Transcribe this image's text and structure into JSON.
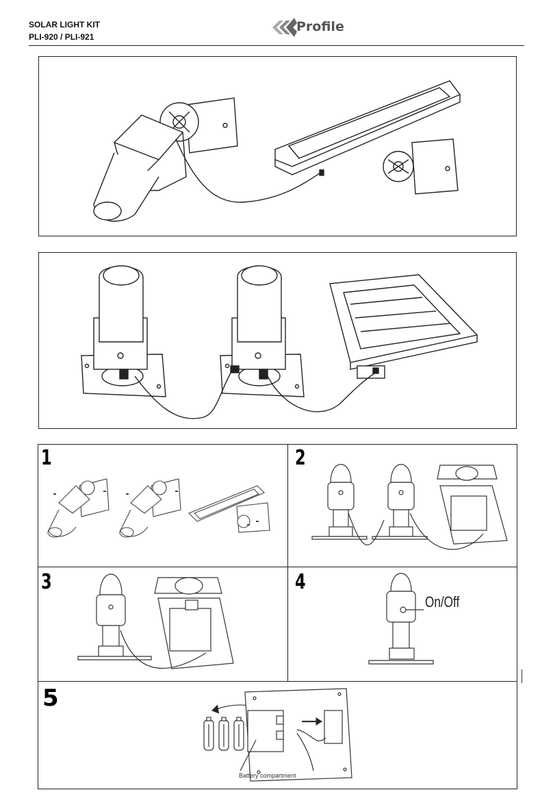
{
  "header": {
    "title_line1": "SOLAR LIGHT KIT",
    "title_line2": "PLI-920 / PLI-921",
    "brand": "Profile"
  },
  "steps": {
    "s1": "1",
    "s2": "2",
    "s3": "3",
    "s4": "4",
    "s5": "5"
  },
  "labels": {
    "on_off": "On/Off",
    "battery_compartment": "Battery compartment"
  }
}
